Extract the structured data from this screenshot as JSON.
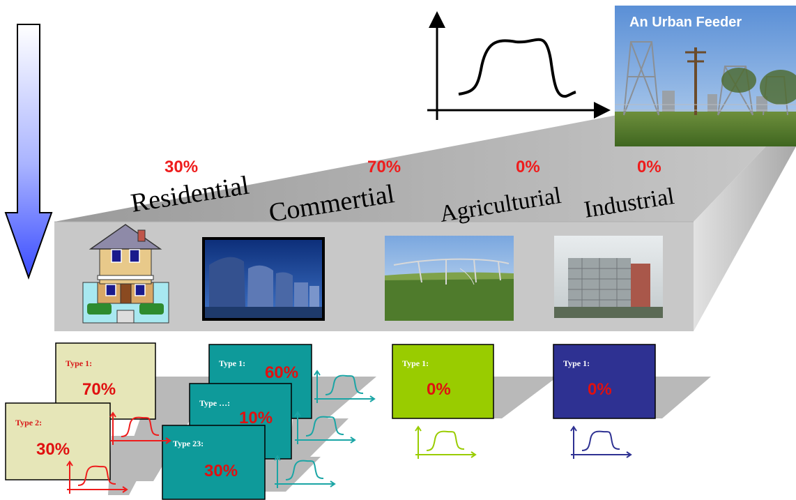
{
  "feeder": {
    "title": "An Urban Feeder"
  },
  "categories": [
    {
      "name": "Residential",
      "percent": "30%"
    },
    {
      "name": "Commertial",
      "percent": "70%"
    },
    {
      "name": "Agriculturial",
      "percent": "0%"
    },
    {
      "name": "Industrial",
      "percent": "0%"
    }
  ],
  "type_cards": {
    "residential": [
      {
        "label": "Type 1:",
        "value": "70%"
      },
      {
        "label": "Type 2:",
        "value": "30%"
      }
    ],
    "commercial": [
      {
        "label": "Type 1:",
        "value": "60%"
      },
      {
        "label": "Type …:",
        "value": "10%"
      },
      {
        "label": "Type 23:",
        "value": "30%"
      }
    ],
    "agricultural": [
      {
        "label": "Type 1:",
        "value": "0%"
      }
    ],
    "industrial": [
      {
        "label": "Type 1:",
        "value": "0%"
      }
    ]
  },
  "colors": {
    "residential_card": "#e6e6b8",
    "commercial_card": "#0e9a9a",
    "agricultural_card": "#99cc00",
    "industrial_card": "#2e3192",
    "percent_red": "#ee1c1c",
    "residential_curve": "#ee1c1c",
    "commercial_curve": "#1aa5a5",
    "agricultural_curve": "#99cc00",
    "industrial_curve": "#2e3192"
  },
  "icons": [
    "down-arrow-icon",
    "load-profile-chart-icon",
    "house-icon",
    "office-buildings-photo",
    "irrigation-photo",
    "factory-photo",
    "substation-photo"
  ]
}
